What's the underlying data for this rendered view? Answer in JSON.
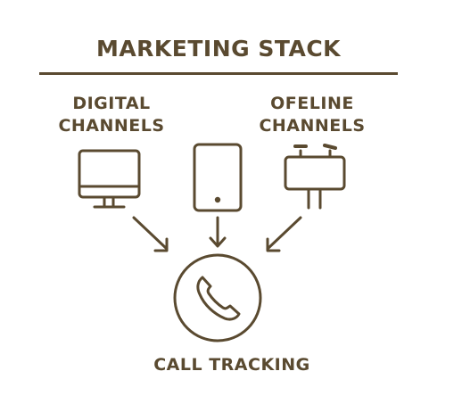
{
  "diagram": {
    "title": "MARKETING STACK",
    "digital_label_line1": "DIGITAL",
    "digital_label_line2": "CHANNELS",
    "offline_label_line1": "OFELINE",
    "offline_label_line2": "CHANNELS",
    "result_label": "CALL TRACKING"
  },
  "icons": {
    "left": "desktop-monitor-icon",
    "middle": "smartphone-icon",
    "right": "billboard-icon",
    "bottom": "phone-handset-icon"
  },
  "colors": {
    "ink": "#5a4a30",
    "background": "#ffffff"
  }
}
